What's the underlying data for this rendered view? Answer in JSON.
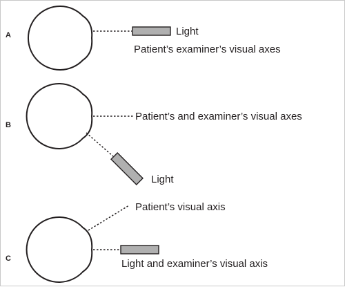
{
  "panels": [
    {
      "letter": "A",
      "light_label": "Light",
      "axis_label": "Patient’s examiner’s visual axes"
    },
    {
      "letter": "B",
      "axis_label": "Patient’s and examiner’s visual axes",
      "light_label": "Light"
    },
    {
      "letter": "C",
      "axis_label": "Patient’s visual axis",
      "light_label": "Light and examiner’s visual axis"
    }
  ],
  "colors": {
    "line": "#231f20",
    "light_fill": "#b0b0b0",
    "frame_border": "#c8c8c8"
  }
}
